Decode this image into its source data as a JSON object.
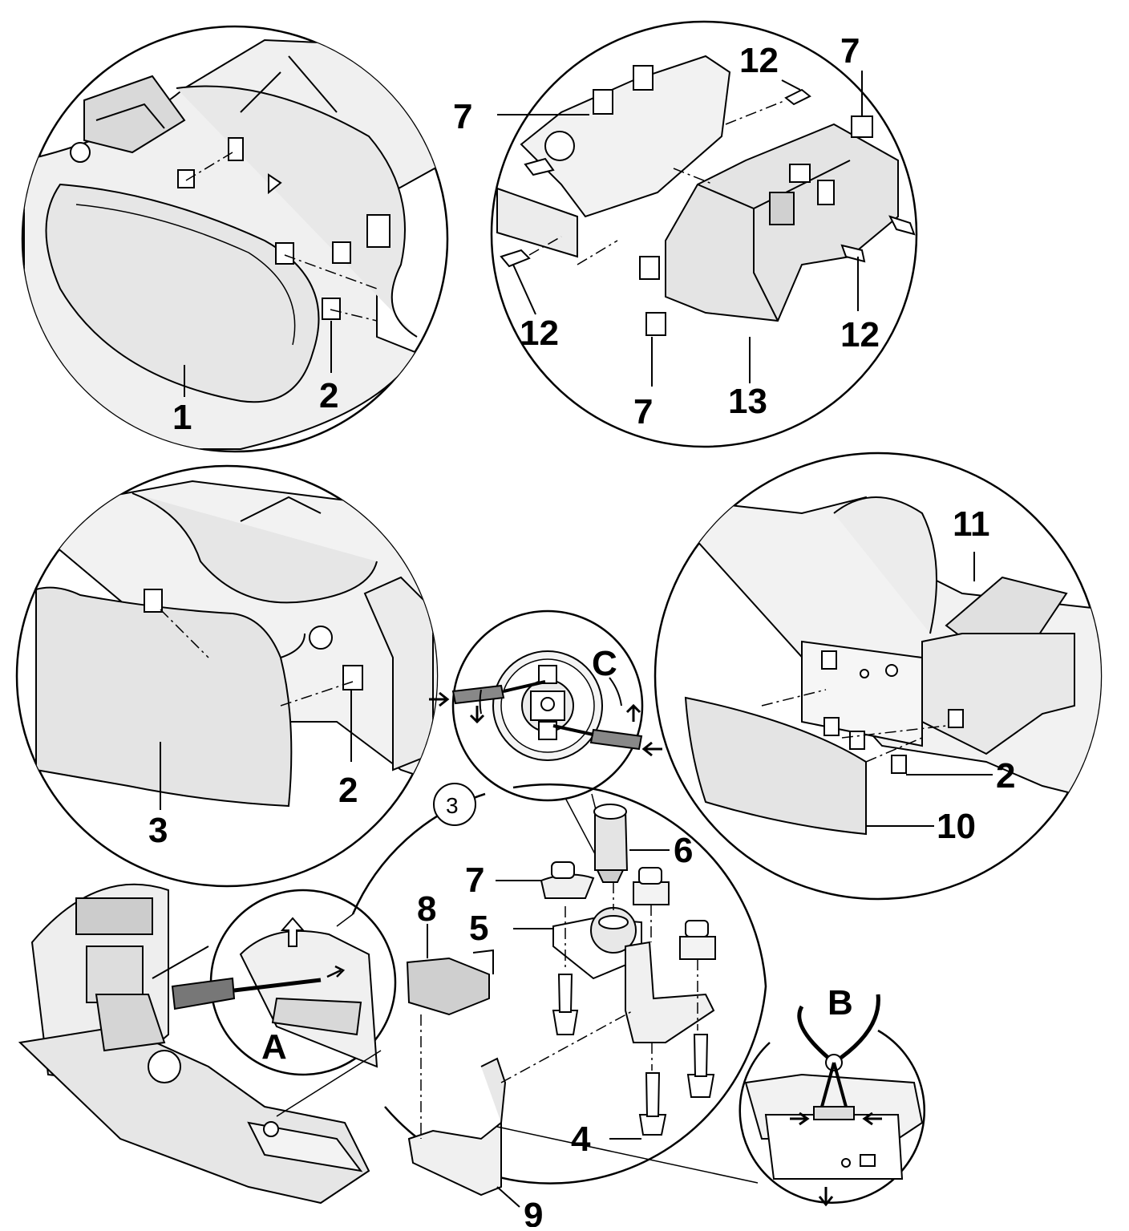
{
  "labels": {
    "p1": "1",
    "p2a": "2",
    "p2b": "2",
    "p2c": "2",
    "p3": "3",
    "p3circled": "3",
    "p4": "4",
    "p5": "5",
    "p6": "6",
    "p7a": "7",
    "p7b": "7",
    "p7c": "7",
    "p7d": "7",
    "p8": "8",
    "p9": "9",
    "p10": "10",
    "p11": "11",
    "p12a": "12",
    "p12b": "12",
    "p12c": "12",
    "p13": "13",
    "A": "A",
    "B": "B",
    "C": "C"
  }
}
